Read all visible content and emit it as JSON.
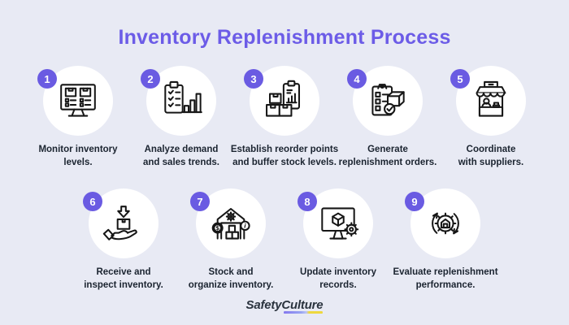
{
  "title": "Inventory Replenishment Process",
  "theme": {
    "background": "#E8EAF4",
    "accent": "#6C5CE7",
    "badge_color": "#6A5BE2",
    "label_color": "#1B2430",
    "circle_color": "#FFFFFF",
    "icon_stroke": "#161616"
  },
  "steps": [
    {
      "number": "1",
      "label": "Monitor inventory\nlevels.",
      "icon": "monitor-inventory-icon"
    },
    {
      "number": "2",
      "label": "Analyze demand\nand sales trends.",
      "icon": "clipboard-trends-icon"
    },
    {
      "number": "3",
      "label": "Establish reorder points\nand buffer stock levels.",
      "icon": "boxes-clipboard-icon"
    },
    {
      "number": "4",
      "label": "Generate\nreplenishment orders.",
      "icon": "order-checklist-icon"
    },
    {
      "number": "5",
      "label": "Coordinate\nwith suppliers.",
      "icon": "supplier-stall-icon"
    },
    {
      "number": "6",
      "label": "Receive and\ninspect inventory.",
      "icon": "hand-receive-box-icon"
    },
    {
      "number": "7",
      "label": "Stock and\norganize inventory.",
      "icon": "warehouse-organize-icon"
    },
    {
      "number": "8",
      "label": "Update inventory\nrecords.",
      "icon": "monitor-gear-icon"
    },
    {
      "number": "9",
      "label": "Evaluate replenishment\nperformance.",
      "icon": "cycle-gear-icon"
    }
  ],
  "footer": {
    "logo_text": "SafetyCulture"
  }
}
